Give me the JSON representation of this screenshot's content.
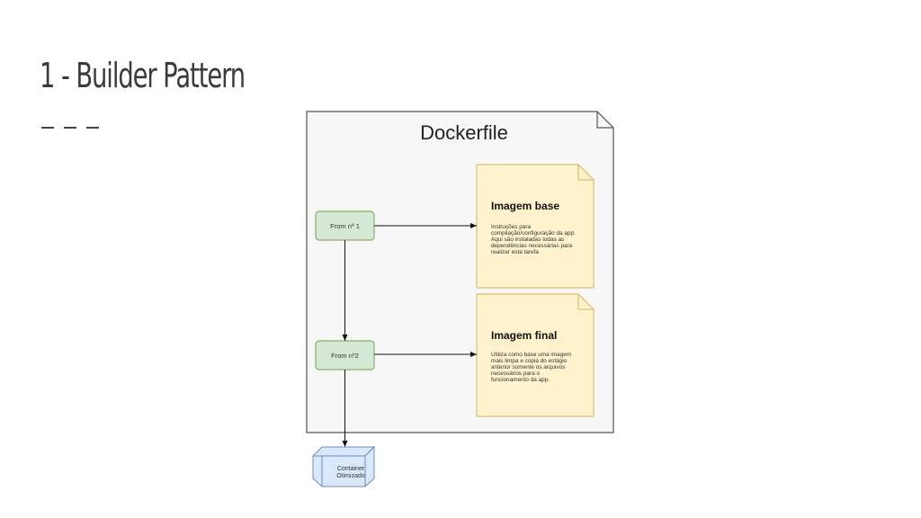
{
  "slide": {
    "title": "1 - Builder Pattern"
  },
  "diagram": {
    "container_title": "Dockerfile",
    "nodes": {
      "from1": "From nº 1",
      "from2": "From nº2",
      "container": [
        "Container",
        "Otimizado"
      ]
    },
    "notes": [
      {
        "title": "Imagem base",
        "lines": [
          "Instruções para",
          "compilação/configuração da app.",
          "Aqui são instaladas todas as",
          "dependências necessárias para",
          "realizar esta tarefa"
        ]
      },
      {
        "title": "Imagem final",
        "lines": [
          "Utiliza como base uma imagem",
          "mais limpa e copia do estágio",
          "anterior somente os arquivos",
          "necessários para o",
          "funcionamento da app."
        ]
      }
    ],
    "colors": {
      "frame_fill": "#f7f7f7",
      "frame_stroke": "#555555",
      "node_fill": "#d5e8d4",
      "node_stroke": "#82b366",
      "note_fill": "#fff2cc",
      "note_stroke": "#d6b656",
      "cube_fill": "#dae8fc",
      "cube_stroke": "#6c8ebf"
    }
  }
}
